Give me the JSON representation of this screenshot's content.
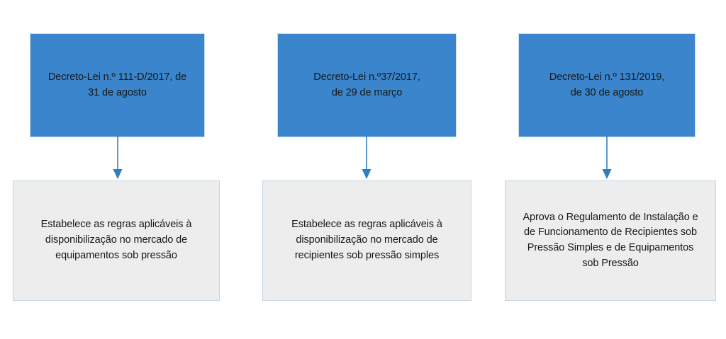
{
  "diagram": {
    "type": "flow-diagram",
    "orientation": "three-column-vertical",
    "background_color": "#ffffff",
    "law_box_color": "#3a85cb",
    "description_box_color": "#ededed",
    "description_box_border_color": "#c3d4e1",
    "connector_color": "#4a8fc7",
    "text_color": "#17181a"
  },
  "columns": [
    {
      "law": "Decreto-Lei n.º 111-D/2017, de\n31 de agosto",
      "connector": "arrow-down",
      "description": "Estabelece as regras aplicáveis à\ndisponibilização no mercado de\nequipamentos sob pressão"
    },
    {
      "law": "Decreto-Lei n.º37/2017,\nde 29 de março",
      "connector": "arrow-down",
      "description": "Estabelece as regras aplicáveis à\ndisponibilização no mercado de\nrecipientes sob pressão simples"
    },
    {
      "law": "Decreto-Lei n.º 131/2019,\nde 30 de agosto",
      "connector": "arrow-down",
      "description": "Aprova o Regulamento de Instalação e\nde Funcionamento de Recipientes sob\nPressão Simples e de Equipamentos\nsob Pressão"
    }
  ]
}
